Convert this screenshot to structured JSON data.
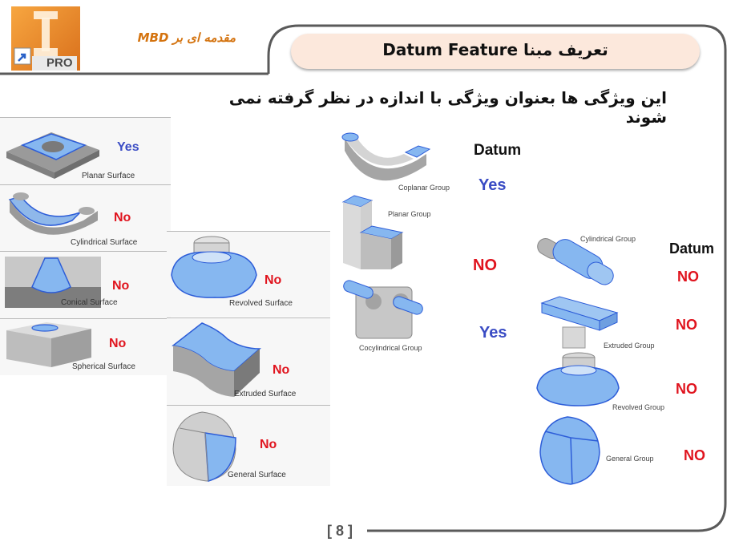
{
  "logo": {
    "badge": "PRO"
  },
  "header": {
    "subtitle": "مقدمه ای بر MBD",
    "title": "تعریف مبنا Datum Feature"
  },
  "heading": "این ویژگی ها بعنوان ویژگی با اندازه در نظر گرفته نمی شوند",
  "left_panels": [
    {
      "caption": "Planar Surface",
      "answer": "Yes"
    },
    {
      "caption": "Cylindrical Surface",
      "answer": "No"
    },
    {
      "caption": "Conical Surface",
      "answer": "No"
    },
    {
      "caption": "Spherical Surface",
      "answer": "No"
    }
  ],
  "mid_panels": [
    {
      "caption": "Revolved Surface",
      "answer": "No"
    },
    {
      "caption": "Extruded Surface",
      "answer": "No"
    },
    {
      "caption": "General Surface",
      "answer": "No"
    }
  ],
  "group_col1": {
    "datum_label": "Datum",
    "items": [
      {
        "caption": "Coplanar Group",
        "answer": "Yes"
      },
      {
        "caption": "Planar Group",
        "answer": "NO"
      },
      {
        "caption": "Cocylindrical Group",
        "answer": "Yes"
      }
    ]
  },
  "group_col2": {
    "datum_label": "Datum",
    "items": [
      {
        "caption": "Cylindrical Group",
        "answer": "NO"
      },
      {
        "caption": "Extruded Group",
        "answer": "NO"
      },
      {
        "caption": "Revolved Group",
        "answer": "NO"
      },
      {
        "caption": "General Group",
        "answer": "NO"
      }
    ]
  },
  "footer": {
    "page": "[ 8 ]"
  },
  "colors": {
    "accent_blue": "#3a4cc4",
    "accent_red": "#e0141e",
    "header_bar": "#fce8dc",
    "frame": "#555555",
    "part_blue": "#7fb2ee"
  }
}
